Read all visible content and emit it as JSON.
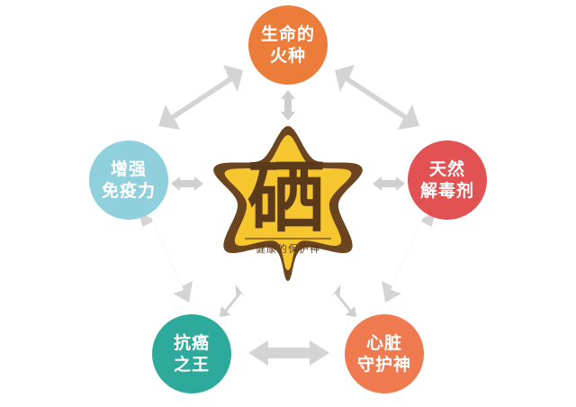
{
  "center": {
    "character": "硒",
    "subtitle": "健康的保护神"
  },
  "nodes": {
    "top": {
      "line1": "生命的",
      "line2": "火种",
      "color": "#ec7c3a"
    },
    "right": {
      "line1": "天然",
      "line2": "解毒剂",
      "color": "#e25252"
    },
    "bottom_right": {
      "line1": "心脏",
      "line2": "守护神",
      "color": "#f07a50"
    },
    "bottom_left": {
      "line1": "抗癌",
      "line2": "之王",
      "color": "#2eaa9c"
    },
    "left": {
      "line1": "增强",
      "line2": "免疫力",
      "color": "#8fd0dc"
    }
  },
  "colors": {
    "star_fill": "#f6c62e",
    "star_border": "#6b4420",
    "arrow": "#d4d4d4"
  }
}
